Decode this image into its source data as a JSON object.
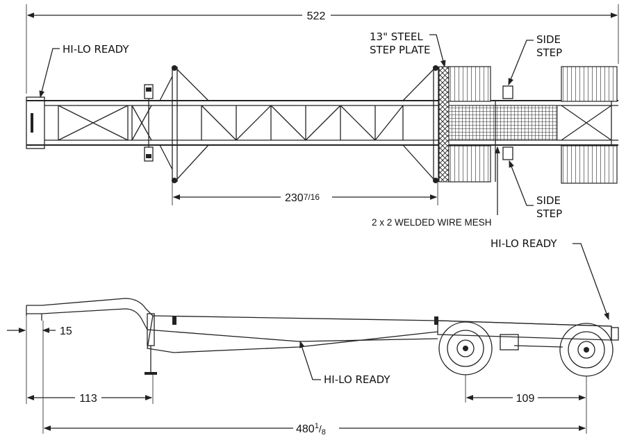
{
  "top_view": {
    "overall_length": "522",
    "hi_lo_ready": "HI-LO READY",
    "step_plate_line1": "13\" STEEL",
    "step_plate_line2": "STEP PLATE",
    "side_step_top_line1": "SIDE",
    "side_step_top_line2": "STEP",
    "side_step_bottom_line1": "SIDE",
    "side_step_bottom_line2": "STEP",
    "gooseneck_spacing": "230",
    "gooseneck_spacing_fraction": "7/16",
    "wire_mesh": "2 x 2 WELDED WIRE MESH"
  },
  "side_view": {
    "hi_lo_ready_right": "HI-LO READY",
    "hi_lo_ready_mid": "HI-LO READY",
    "front_offset": "15",
    "kingpin_to_landing_gear": "113",
    "axle_spread": "109",
    "overall_length_whole": "480",
    "overall_length_fraction_num": "1",
    "overall_length_fraction_den": "8"
  }
}
